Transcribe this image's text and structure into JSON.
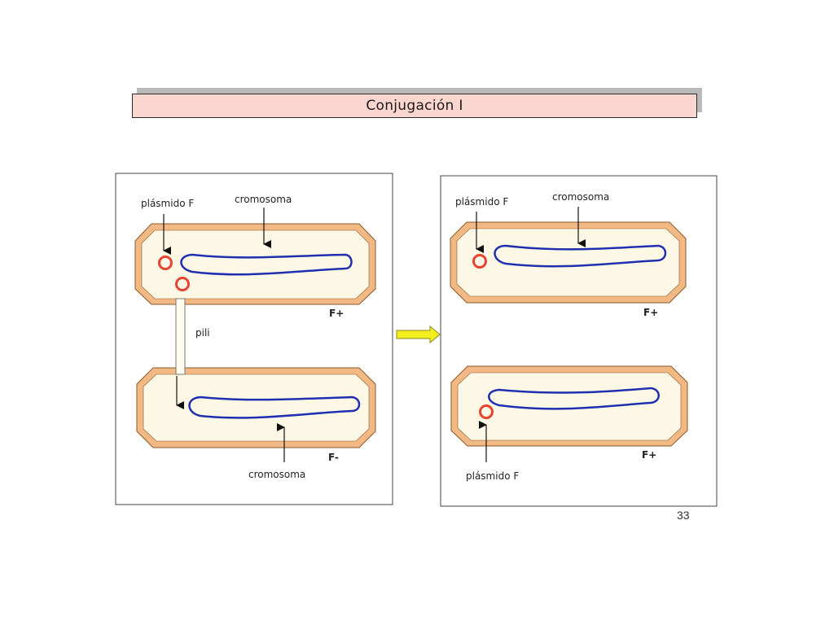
{
  "title": "Conjugación I",
  "page_number": "33",
  "left_panel": {
    "top_cell": {
      "plasmid_label": "plásmido F",
      "chromosome_label": "cromosoma",
      "type_label": "F+"
    },
    "pili_label": "pili",
    "bottom_cell": {
      "chromosome_label": "cromosoma",
      "type_label": "F-"
    }
  },
  "right_panel": {
    "top_cell": {
      "plasmid_label": "plásmido F",
      "chromosome_label": "cromosoma",
      "type_label": "F+"
    },
    "bottom_cell": {
      "plasmid_label": "plásmido F",
      "type_label": "F+"
    }
  },
  "colors": {
    "cell_wall": "#f2b985",
    "cell_wall_stroke": "#8a5a2b",
    "cytoplasm": "#fdf8e6",
    "chromosome": "#1f2fb0",
    "plasmid": "#e8432f",
    "transition_arrow": "#f5ee1e"
  }
}
